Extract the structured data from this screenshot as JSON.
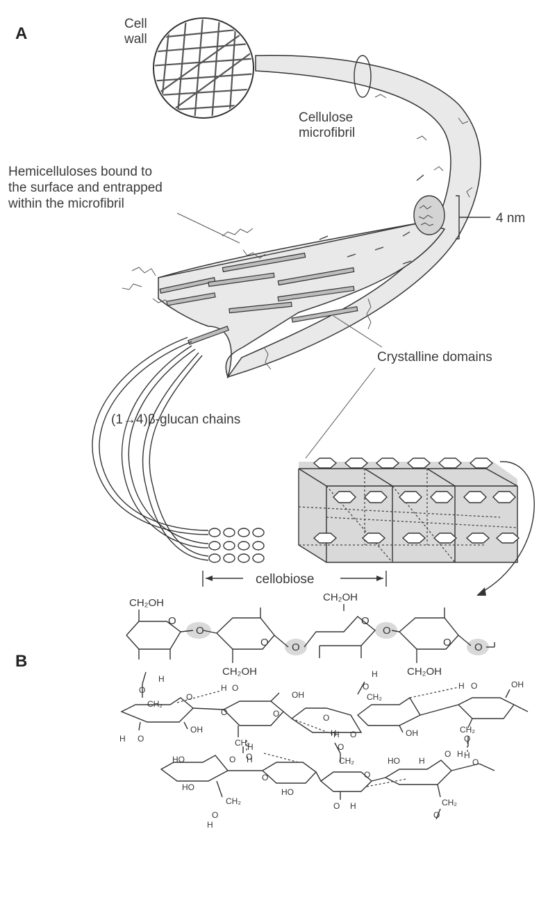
{
  "figure": {
    "panels": [
      "A",
      "B"
    ],
    "labels": {
      "cell_wall_1": "Cell",
      "cell_wall_2": "wall",
      "cellulose_1": "Cellulose",
      "cellulose_2": "microfibril",
      "hemi_1": "Hemicelluloses bound to",
      "hemi_2": "the surface and entrapped",
      "hemi_3": "within the microfibril",
      "size": "4 nm",
      "crystalline": "Crystalline domains",
      "glucan": "(1→4)β-glucan chains",
      "cellobiose": "cellobiose"
    },
    "chem": {
      "ch2oh": "CH₂OH",
      "o": "O",
      "oh": "OH",
      "h": "H",
      "ho": "HO",
      "ch2": "CH₂"
    }
  }
}
